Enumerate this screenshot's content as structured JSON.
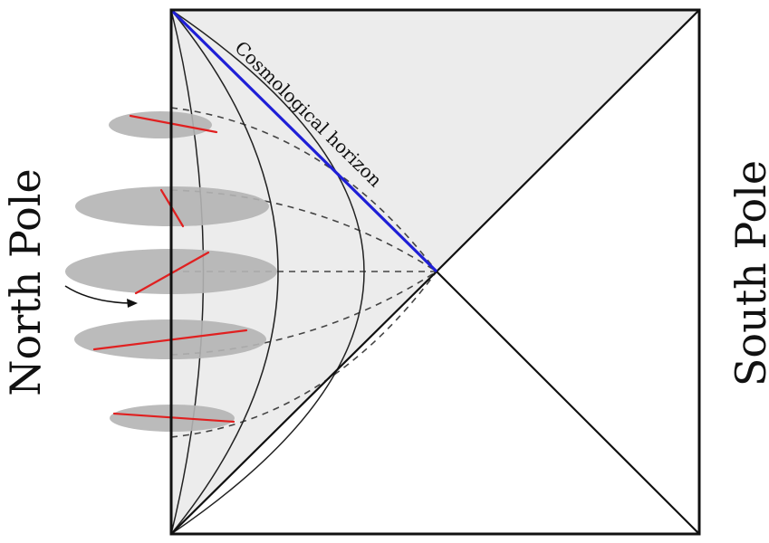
{
  "labels": {
    "left_side": "North Pole",
    "right_side": "South Pole",
    "horizon": "Cosmological horizon"
  },
  "colors": {
    "horizon_line": "#1f1fd6",
    "observer_segments": "#e02020",
    "shaded_region": "#ececec",
    "ellipse_fill": "#b4b4b4",
    "frame": "#111111"
  }
}
